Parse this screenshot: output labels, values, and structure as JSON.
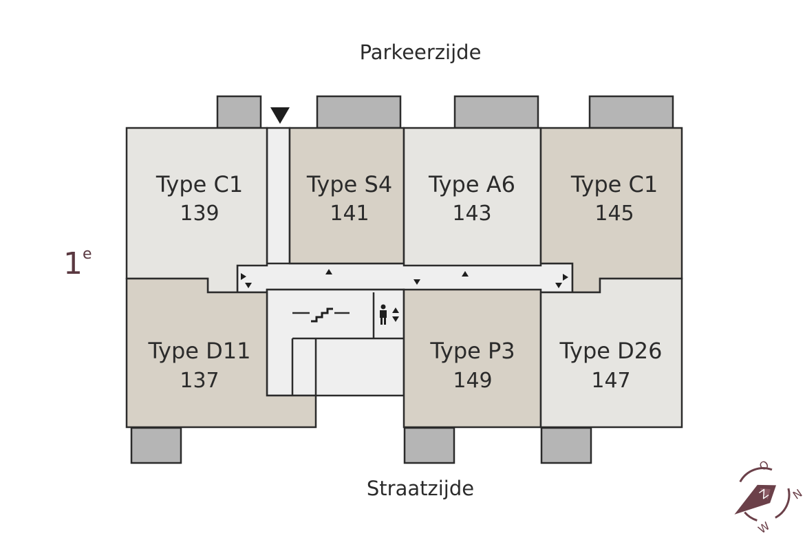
{
  "labels": {
    "top_side": "Parkeerzijde",
    "bottom_side": "Straatzijde",
    "floor_number": "1",
    "floor_suffix": "e"
  },
  "units": [
    {
      "id": "c1-139",
      "type": "Type C1",
      "number": "139",
      "color": "#e6e5e1"
    },
    {
      "id": "s4-141",
      "type": "Type S4",
      "number": "141",
      "color": "#d7d1c6"
    },
    {
      "id": "a6-143",
      "type": "Type A6",
      "number": "143",
      "color": "#e6e5e1"
    },
    {
      "id": "c1-145",
      "type": "Type C1",
      "number": "145",
      "color": "#d7d1c6"
    },
    {
      "id": "d11-137",
      "type": "Type D11",
      "number": "137",
      "color": "#d7d1c6"
    },
    {
      "id": "p3-149",
      "type": "Type P3",
      "number": "149",
      "color": "#d7d1c6"
    },
    {
      "id": "d26-147",
      "type": "Type D26",
      "number": "147",
      "color": "#e6e5e1"
    }
  ],
  "colors": {
    "corridor": "#efefef",
    "balcony": "#b5b5b5",
    "walls": "#2b2b2b",
    "accent": "#5a3840",
    "compass": "#6b4049"
  },
  "icons": {
    "entrance": "entrance-arrow-icon",
    "stairs": "stairs-icon",
    "elevator": "elevator-icon",
    "compass": "compass-icon"
  },
  "compass": {
    "letters": [
      "O",
      "Z",
      "W",
      "N"
    ]
  }
}
